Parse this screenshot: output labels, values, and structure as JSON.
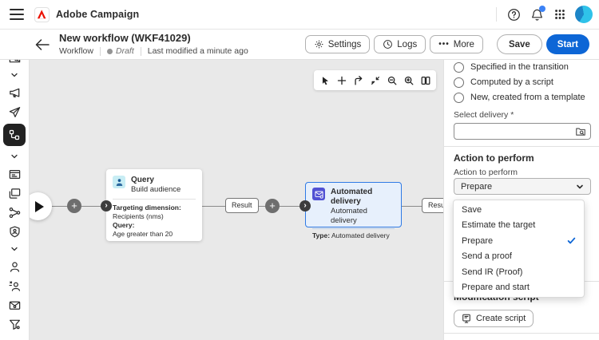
{
  "topbar": {
    "product_name": "Adobe Campaign"
  },
  "header": {
    "title": "New workflow (WKF41029)",
    "type_label": "Workflow",
    "status_label": "Draft",
    "modified_label": "Last modified a minute ago",
    "settings_label": "Settings",
    "logs_label": "Logs",
    "more_label": "More",
    "more_icon": "•••",
    "save_label": "Save",
    "start_label": "Start"
  },
  "sidebar": {
    "items": [
      "home",
      "explorer",
      "section-collapse",
      "campaigns",
      "deliveries",
      "workflows",
      "section-collapse",
      "landing-pages",
      "content-templates",
      "fragments",
      "offers",
      "section-collapse",
      "profiles",
      "audiences",
      "subscription-services",
      "predefined-filters"
    ],
    "active_item": "workflows"
  },
  "canvas": {
    "toolbar_icons": [
      "pointer",
      "add-activity",
      "connector",
      "fit-view",
      "zoom-out",
      "zoom-in",
      "minimap"
    ],
    "add_glyph": "+",
    "port_glyph": "›",
    "query_node": {
      "title": "Query",
      "subtitle": "Build audience",
      "field1_label": "Targeting dimension:",
      "field1_value": "Recipients (nms)",
      "field2_label": "Query:",
      "field2_value": "Age greater than 20"
    },
    "delivery_node": {
      "title": "Automated delivery",
      "subtitle": "Automated delivery",
      "type_label": "Type:",
      "type_value": "Automated delivery"
    },
    "transition1_label": "Result",
    "transition2_label": "Result"
  },
  "panel": {
    "radio1": "Specified in the transition",
    "radio2": "Computed by a script",
    "radio3": "New, created from a template",
    "select_delivery_label": "Select delivery",
    "required_mark": "*",
    "select_delivery_value": "",
    "section_title": "Action to perform",
    "field_label": "Action to perform",
    "select_value": "Prepare",
    "dropdown_items": [
      "Save",
      "Estimate the target",
      "Prepare",
      "Send a proof",
      "Send IR (Proof)",
      "Prepare and start"
    ],
    "selected_item": "Prepare",
    "modification_title": "Modification script",
    "create_script_label": "Create script"
  },
  "colors": {
    "accent_blue": "#0d66d6",
    "selected_node_border": "#2f7ae5",
    "selected_node_bg": "#e7f0fc",
    "delivery_icon_bg": "#5151d3",
    "query_icon_bg": "#c8edf4",
    "canvas_bg": "#e9e9e9",
    "adobe_red": "#eb1000"
  }
}
